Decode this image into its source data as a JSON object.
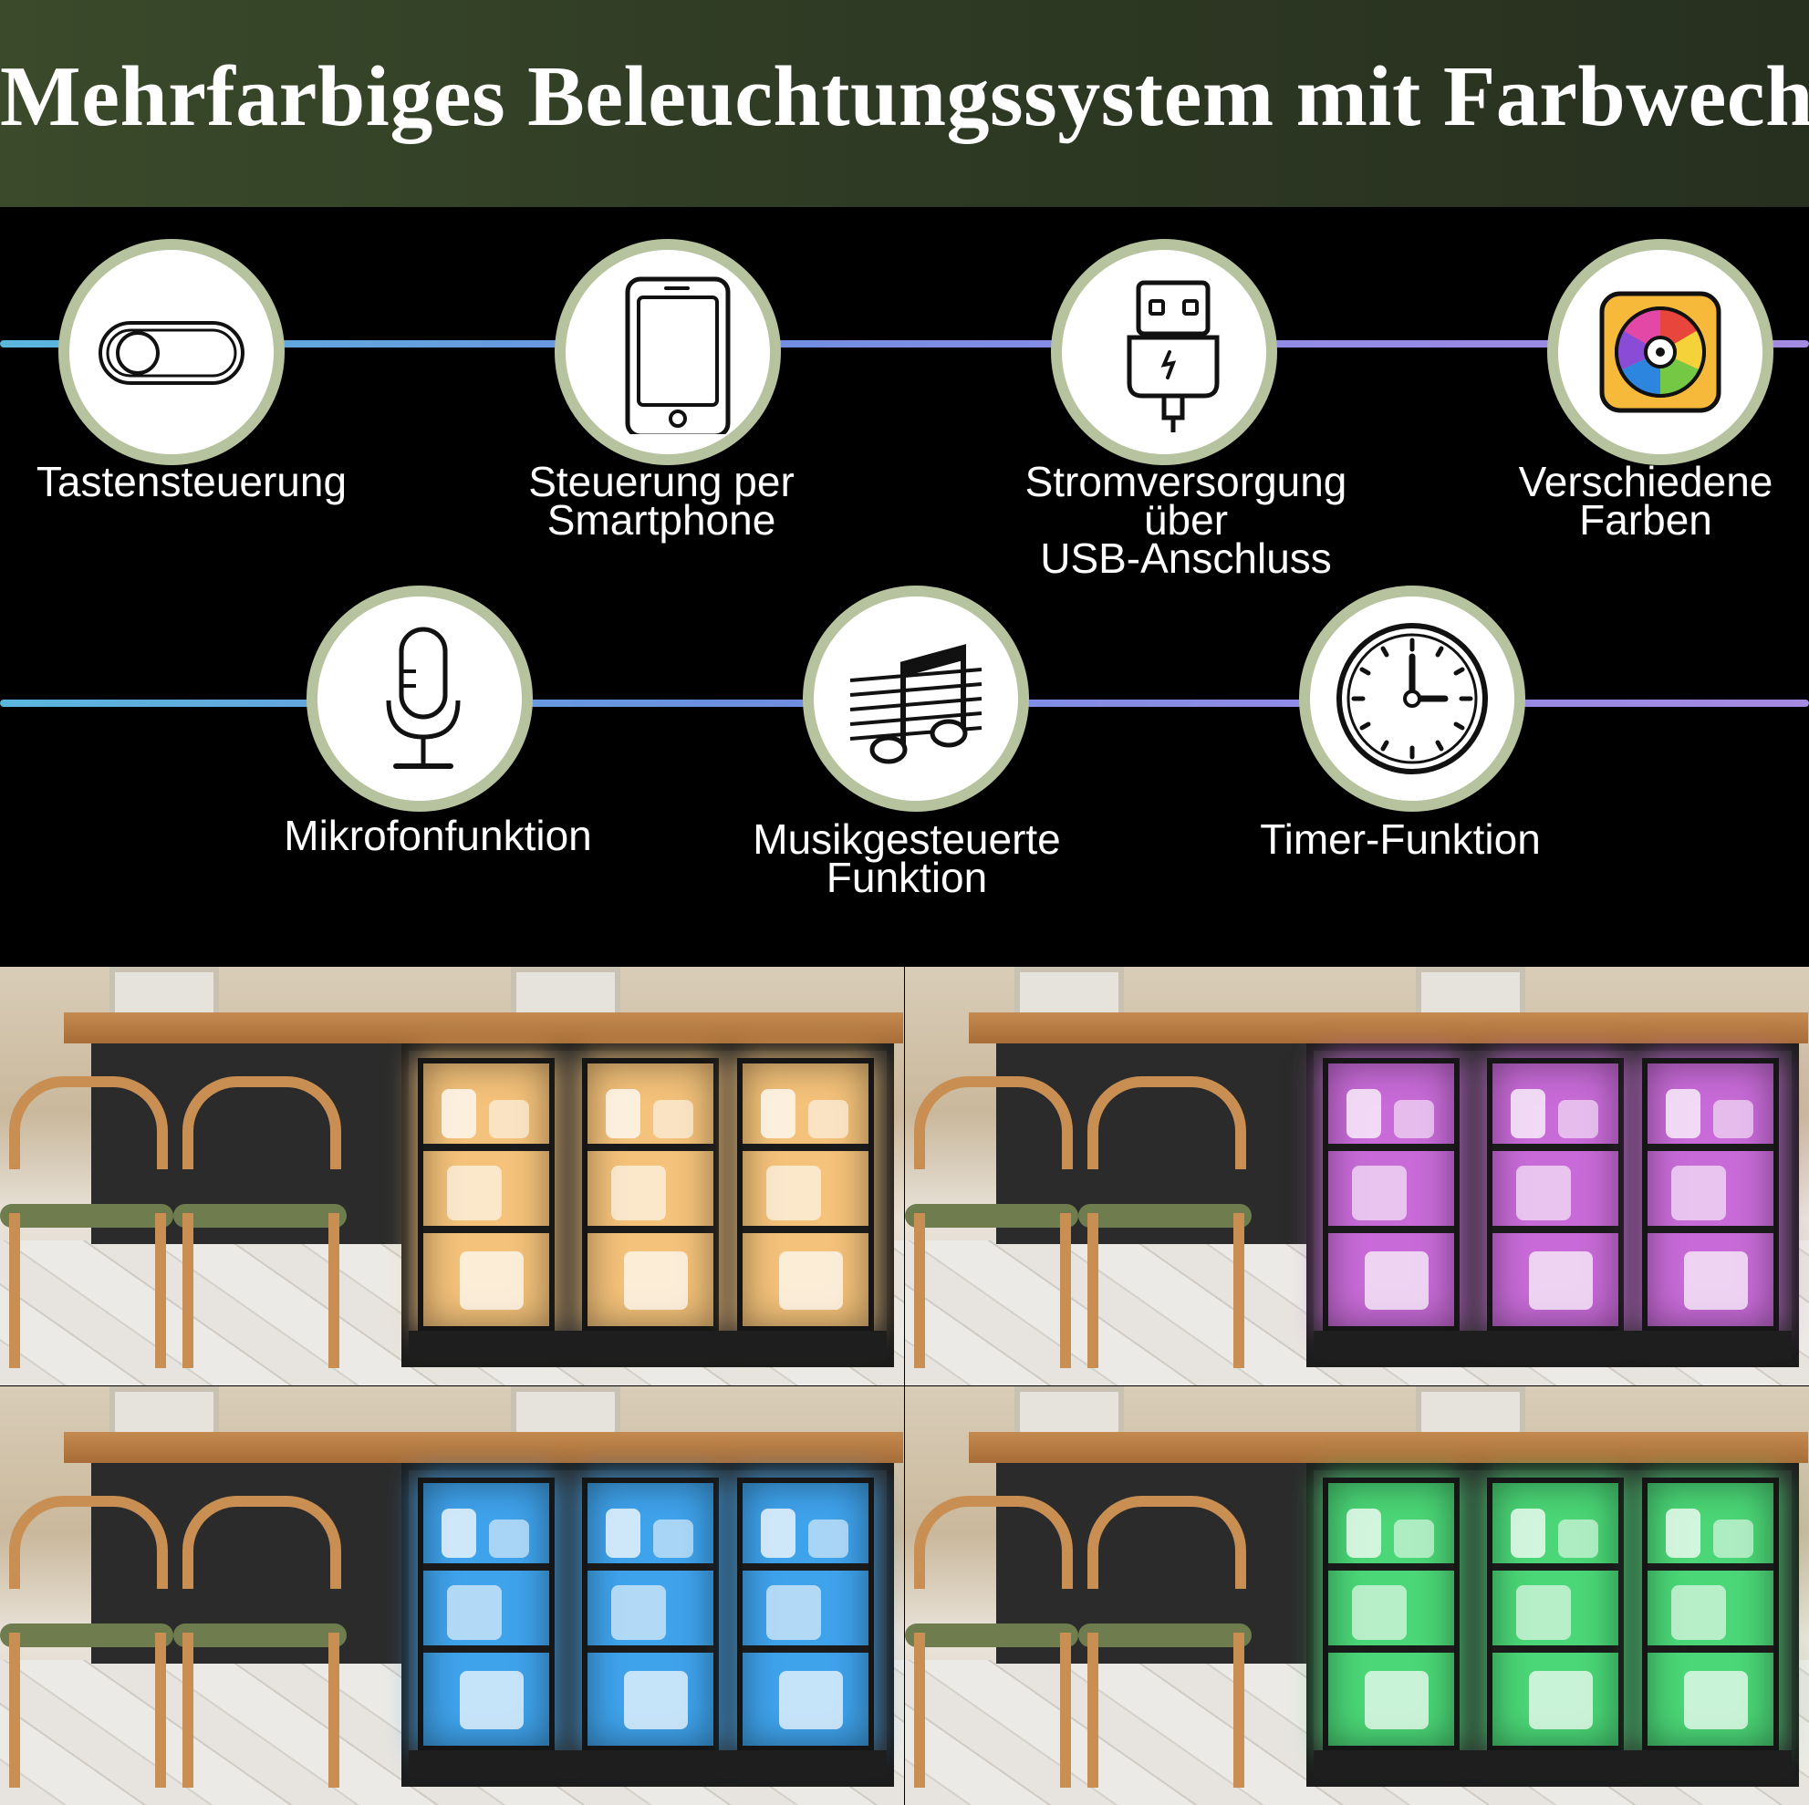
{
  "title": "Mehrfarbiges Beleuchtungssystem mit Farbwechsel",
  "colors": {
    "banner": "#2f3b24",
    "circle_border": "#b6c39e",
    "line_start": "#5ab7dc",
    "line_end": "#a48ae0"
  },
  "features": [
    {
      "icon": "toggle-switch-icon",
      "label_line1": "Tastensteuerung",
      "label_line2": ""
    },
    {
      "icon": "smartphone-icon",
      "label_line1": "Steuerung per",
      "label_line2": "Smartphone"
    },
    {
      "icon": "usb-plug-icon",
      "label_line1": "Stromversorgung über",
      "label_line2": "USB-Anschluss"
    },
    {
      "icon": "color-wheel-icon",
      "label_line1": "Verschiedene",
      "label_line2": "Farben"
    },
    {
      "icon": "microphone-icon",
      "label_line1": "Mikrofonfunktion",
      "label_line2": ""
    },
    {
      "icon": "music-notes-icon",
      "label_line1": "Musikgesteuerte",
      "label_line2": "Funktion"
    },
    {
      "icon": "clock-icon",
      "label_line1": "Timer-Funktion",
      "label_line2": ""
    }
  ],
  "photos": [
    {
      "light": "warm",
      "color": "#f4c27a"
    },
    {
      "light": "purple",
      "color": "#c86bd8"
    },
    {
      "light": "blue",
      "color": "#3fa3ec"
    },
    {
      "light": "green",
      "color": "#4bd777"
    }
  ]
}
